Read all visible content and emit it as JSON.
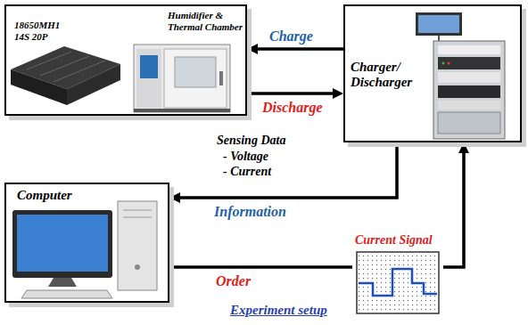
{
  "diagram": {
    "caption": "Experiment setup",
    "nodes": [
      {
        "text": [
          "18650MH1 14S 20P",
          "Humidifier & Thermal Chamber"
        ]
      },
      {
        "text": [
          "Charger/ Discharger"
        ]
      },
      {
        "text": [
          "Computer"
        ]
      },
      {
        "text": [
          "Current Signal"
        ]
      }
    ],
    "edges": [
      {
        "from": 1,
        "to": 0,
        "label": "Charge",
        "arrow": "to"
      },
      {
        "from": 0,
        "to": 1,
        "label": "Discharge",
        "arrow": "to"
      },
      {
        "from": 1,
        "to": 2,
        "label": "Information",
        "arrow": "to"
      },
      {
        "from": 2,
        "to": 3,
        "label": "Order",
        "arrow": "none"
      },
      {
        "from": 3,
        "to": 1,
        "arrow": "to"
      }
    ],
    "labels": [
      "Sensing Data",
      "- Voltage",
      "- Current"
    ]
  }
}
